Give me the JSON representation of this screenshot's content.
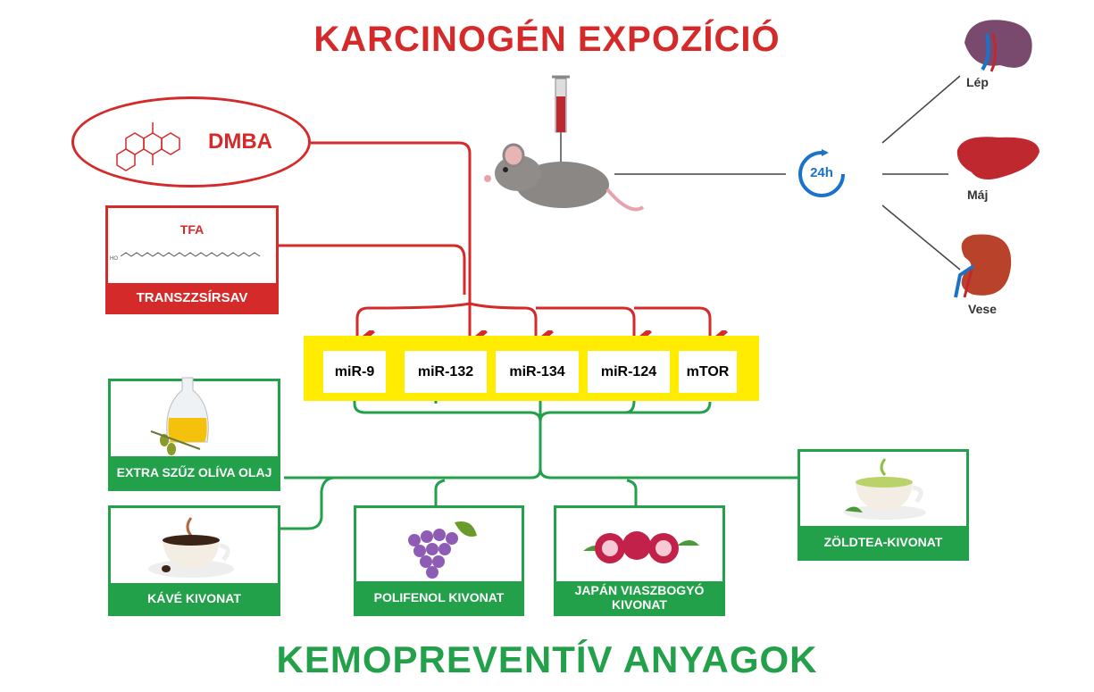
{
  "title_top": "KARCINOGÉN EXPOZÍCIÓ",
  "title_bottom": "KEMOPREVENTÍV ANYAGOK",
  "carcinogens": {
    "dmba": "DMBA",
    "tfa_title": "TFA",
    "tfa_label": "TRANSZZSÍRSAV"
  },
  "targets": [
    "miR-9",
    "miR-132",
    "miR-134",
    "miR-124",
    "mTOR"
  ],
  "timer": "24h",
  "organs": [
    "Lép",
    "Máj",
    "Vese"
  ],
  "agents": [
    "EXTRA SZŰZ OLÍVA OLAJ",
    "KÁVÉ KIVONAT",
    "POLIFENOL KIVONAT",
    "JAPÁN VIASZBOGYÓ KIVONAT",
    "ZÖLDTEA-KIVONAT"
  ],
  "colors": {
    "red": "#d42a2a",
    "green": "#23a04a",
    "yellow": "#ffec00"
  }
}
